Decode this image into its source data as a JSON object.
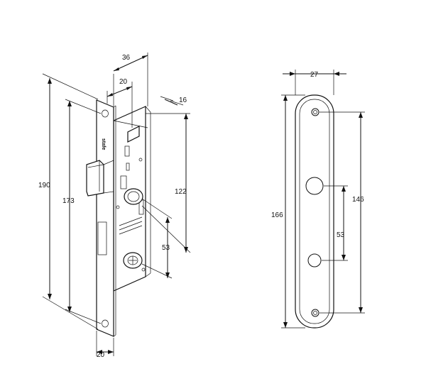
{
  "lock_body": {
    "dimensions": {
      "overall_height": "190",
      "faceplate_hole_spacing": "173",
      "backset_depth": "36",
      "case_depth": "20",
      "case_thickness": "16",
      "spindle_to_cylinder": "122",
      "spindle_to_lower": "53",
      "faceplate_width": "20"
    },
    "faceplate_marking": "stafe"
  },
  "escutcheon_plate": {
    "dimensions": {
      "plate_width": "27",
      "plate_height": "166",
      "fixing_hole_spacing": "146",
      "center_distance": "53"
    }
  }
}
